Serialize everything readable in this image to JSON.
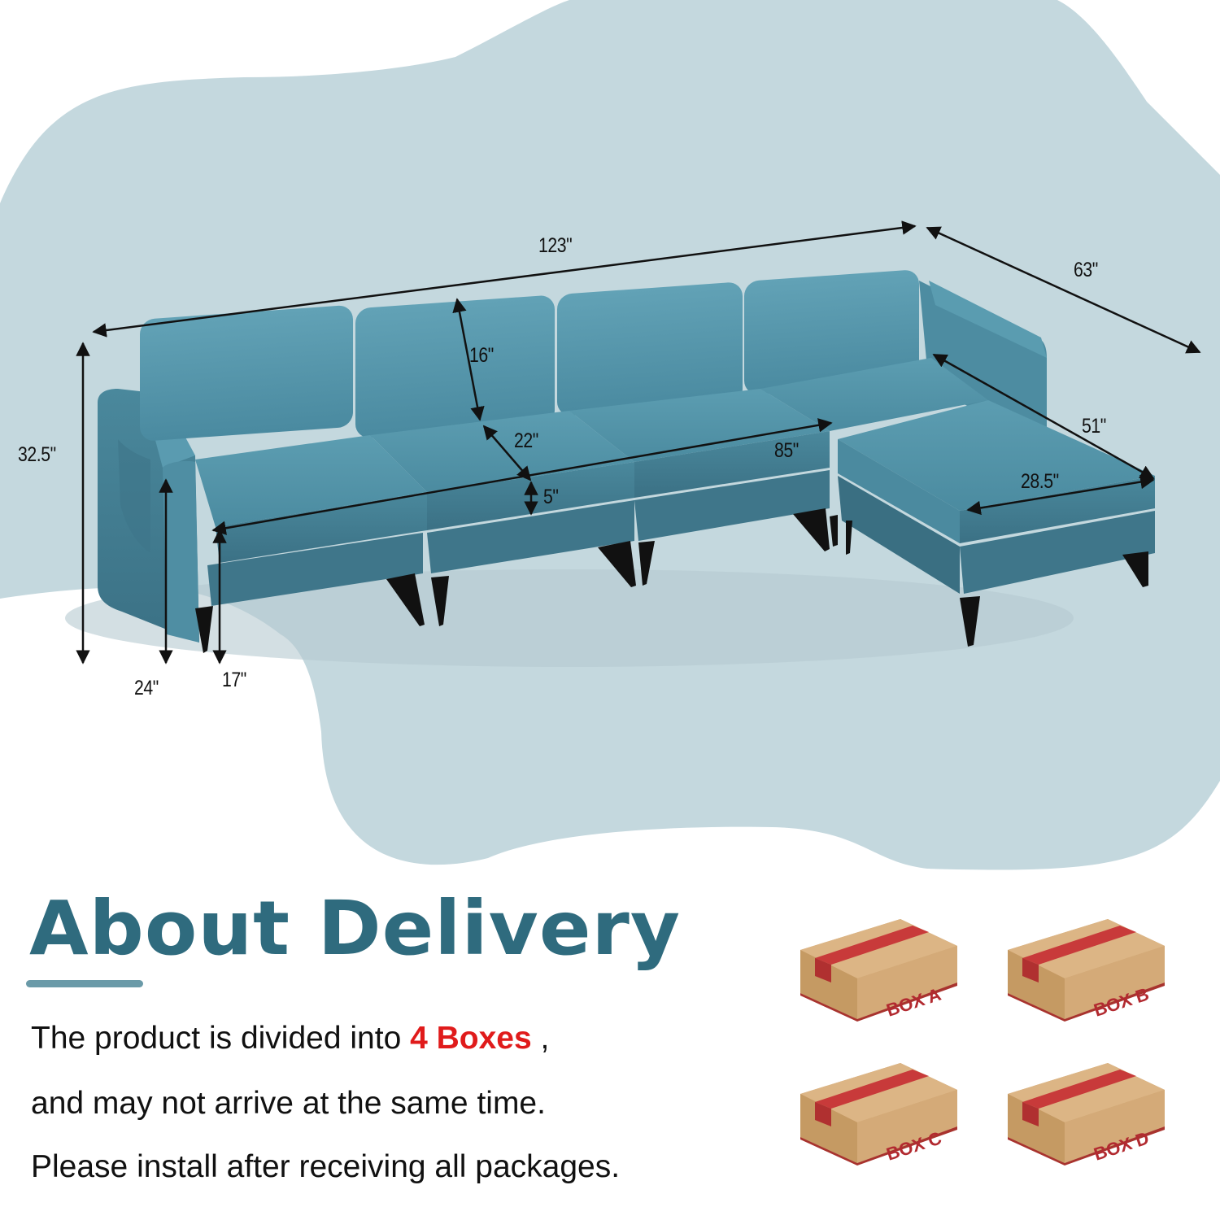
{
  "colors": {
    "background_blob": "#c4d8de",
    "sofa_upholstery": "#4d8ea3",
    "sofa_shadow": "#3d7286",
    "title_color": "#2f6b7e",
    "underline_color": "#6a9aa8",
    "highlight_red": "#e01b1b",
    "box_cardboard": "#d3a977",
    "box_tape_red": "#c83a3a",
    "box_label_red": "#b22a30"
  },
  "dimensions": {
    "overall_length": "123\"",
    "overall_depth": "63\"",
    "overall_height": "32.5\"",
    "back_cushion_height": "16\"",
    "seat_depth": "22\"",
    "seat_cushion_thickness": "5\"",
    "sofa_length_without_chaise": "85\"",
    "chaise_length": "51\"",
    "chaise_width": "28.5\"",
    "arm_height": "24\"",
    "seat_height": "17\""
  },
  "delivery": {
    "title": "About Delivery",
    "line1_prefix": "The product is divided into ",
    "line1_highlight": "4 Boxes",
    "line1_suffix": " ,",
    "line2": "and may not arrive at the same time.",
    "line3": "Please install after receiving all packages.",
    "boxes": [
      {
        "label": "BOX  A"
      },
      {
        "label": "BOX  B"
      },
      {
        "label": "BOX  C"
      },
      {
        "label": "BOX  D"
      }
    ]
  }
}
